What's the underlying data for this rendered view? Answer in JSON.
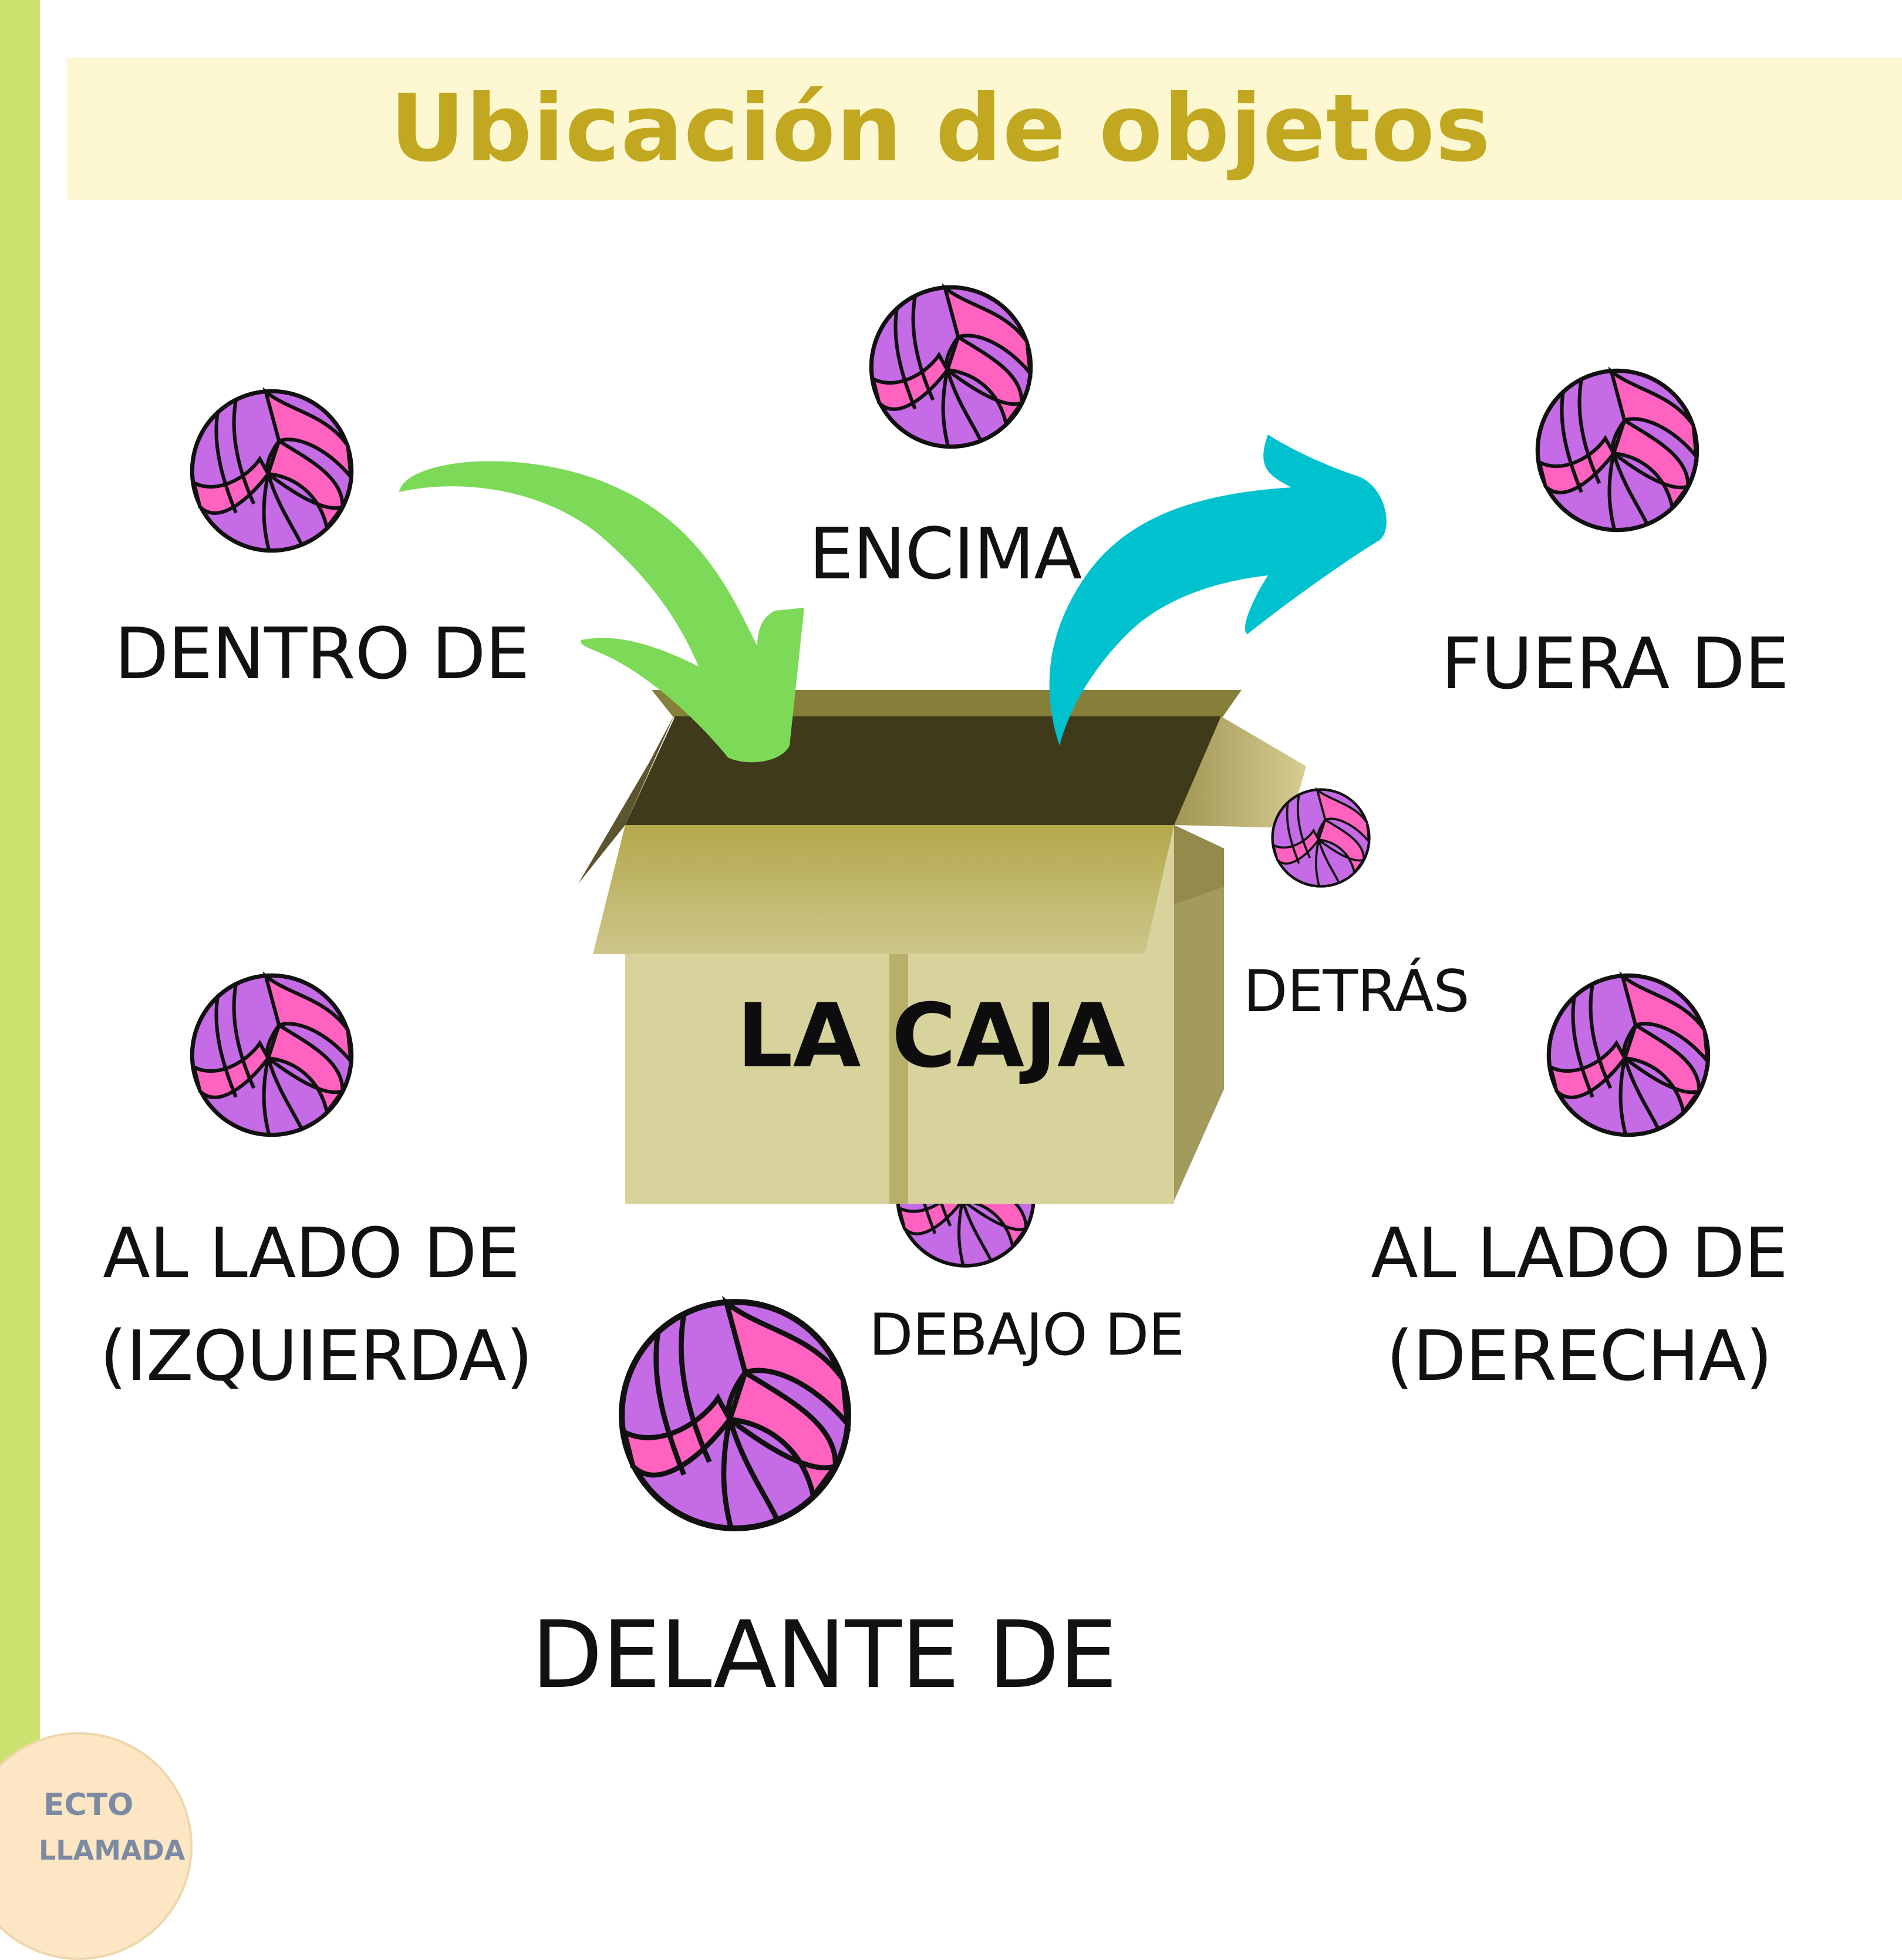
{
  "title": "Ubicación de objetos",
  "center_label": "LA CAJA",
  "labels": {
    "dentro": "DENTRO DE",
    "encima": "ENCIMA",
    "fuera": "FUERA DE",
    "detras": "DETRÁS",
    "al_lado_izq_1": "AL LADO DE",
    "al_lado_izq_2": "(IZQUIERDA)",
    "al_lado_der_1": "AL LADO DE",
    "al_lado_der_2": "(DERECHA)",
    "debajo": "DEBAJO DE",
    "delante": "DELANTE DE"
  },
  "badge": {
    "line1": "ECTO",
    "line2": "LLAMADA"
  },
  "colors": {
    "sidebar": "#cbe26e",
    "title_band": "#fdf8d2",
    "title_text": "#c2a821",
    "ball_purple": "#c56be6",
    "ball_pink": "#ff62bf",
    "arrow_green": "#7dda58",
    "arrow_cyan": "#00c2cf",
    "box_front": "#d8d29c",
    "box_dark": "#3f3a19"
  },
  "icons": [
    "volleyball-icon",
    "curved-arrow-in-icon",
    "curved-arrow-out-icon",
    "open-box-icon"
  ]
}
